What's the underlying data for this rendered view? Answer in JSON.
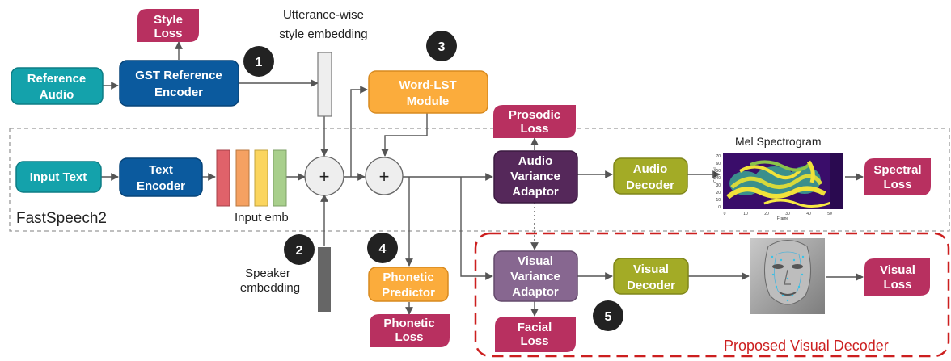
{
  "colors": {
    "teal": "#14a2ab",
    "blue": "#0b5a9e",
    "orange": "#fbac3c",
    "olive": "#a3ab26",
    "loss": "#b83060",
    "audio_adaptor": "#55285a",
    "visual_adaptor": "#876790",
    "proposed_dash": "#cc1f1f",
    "emb_red": "#e0626a",
    "emb_orange": "#f5a162",
    "emb_yellow": "#fbd55e",
    "emb_green": "#a8cf8c",
    "dark_circle": "#222222",
    "speaker_emb": "#666666"
  },
  "loss_labels": {
    "style": [
      "Style",
      "Loss"
    ],
    "prosodic": [
      "Prosodic",
      "Loss"
    ],
    "spectral": [
      "Spectral",
      "Loss"
    ],
    "phonetic": [
      "Phonetic",
      "Loss"
    ],
    "facial": [
      "Facial",
      "Loss"
    ],
    "visual": [
      "Visual",
      "Loss"
    ]
  },
  "boxes": {
    "reference_audio": [
      "Reference",
      "Audio"
    ],
    "gst_encoder": [
      "GST Reference",
      "Encoder"
    ],
    "word_lst": [
      "Word-LST",
      "Module"
    ],
    "input_text": [
      "Input Text"
    ],
    "text_encoder": [
      "Text",
      "Encoder"
    ],
    "audio_variance": [
      "Audio",
      "Variance",
      "Adaptor"
    ],
    "audio_decoder": [
      "Audio",
      "Decoder"
    ],
    "phonetic_predictor": [
      "Phonetic",
      "Predictor"
    ],
    "visual_variance": [
      "Visual",
      "Variance",
      "Adaptor"
    ],
    "visual_decoder": [
      "Visual",
      "Decoder"
    ]
  },
  "labels": {
    "utterance_emb": [
      "Utterance-wise",
      "style embedding"
    ],
    "speaker_emb": [
      "Speaker",
      "embedding"
    ],
    "input_emb": "Input emb",
    "fastspeech2": "FastSpeech2",
    "proposed": "Proposed Visual Decoder",
    "plus": "+"
  },
  "steps": [
    "1",
    "2",
    "3",
    "4",
    "5"
  ],
  "mel": {
    "title": "Mel Spectrogram",
    "xlabel": "Frame",
    "ylabel": "Channel",
    "xticks": [
      "0",
      "10",
      "20",
      "30",
      "40",
      "50"
    ],
    "yticks": [
      "0",
      "10",
      "20",
      "30",
      "40",
      "50",
      "60",
      "70"
    ]
  },
  "icons": {
    "face": "3d-face-mesh-icon"
  }
}
